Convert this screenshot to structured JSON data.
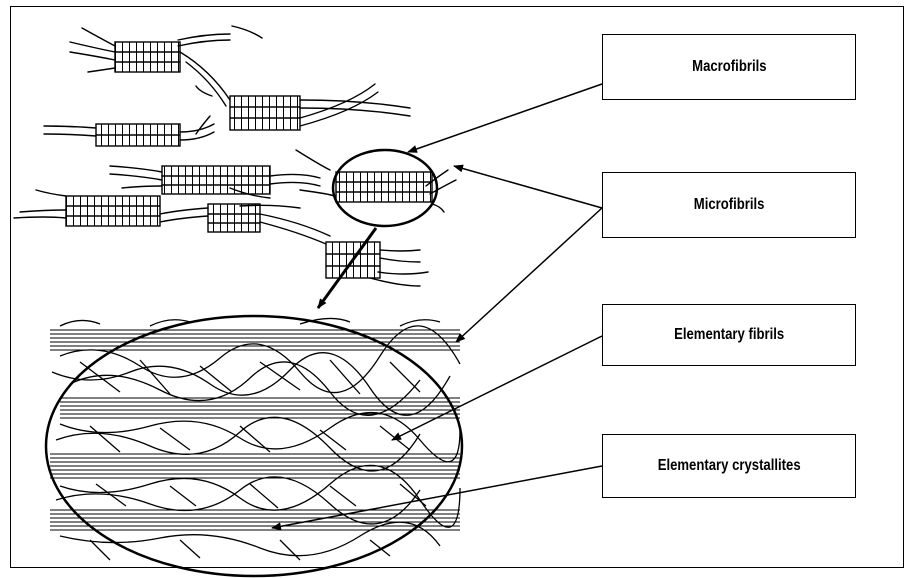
{
  "labels": {
    "macrofibrils": "Macrofibrils",
    "microfibrils": "Microfibrils",
    "elementary_fibrils": "Elementary fibrils",
    "elementary_crystallites": "Elementary crystallites"
  },
  "colors": {
    "line": "#000000",
    "background": "#ffffff"
  }
}
